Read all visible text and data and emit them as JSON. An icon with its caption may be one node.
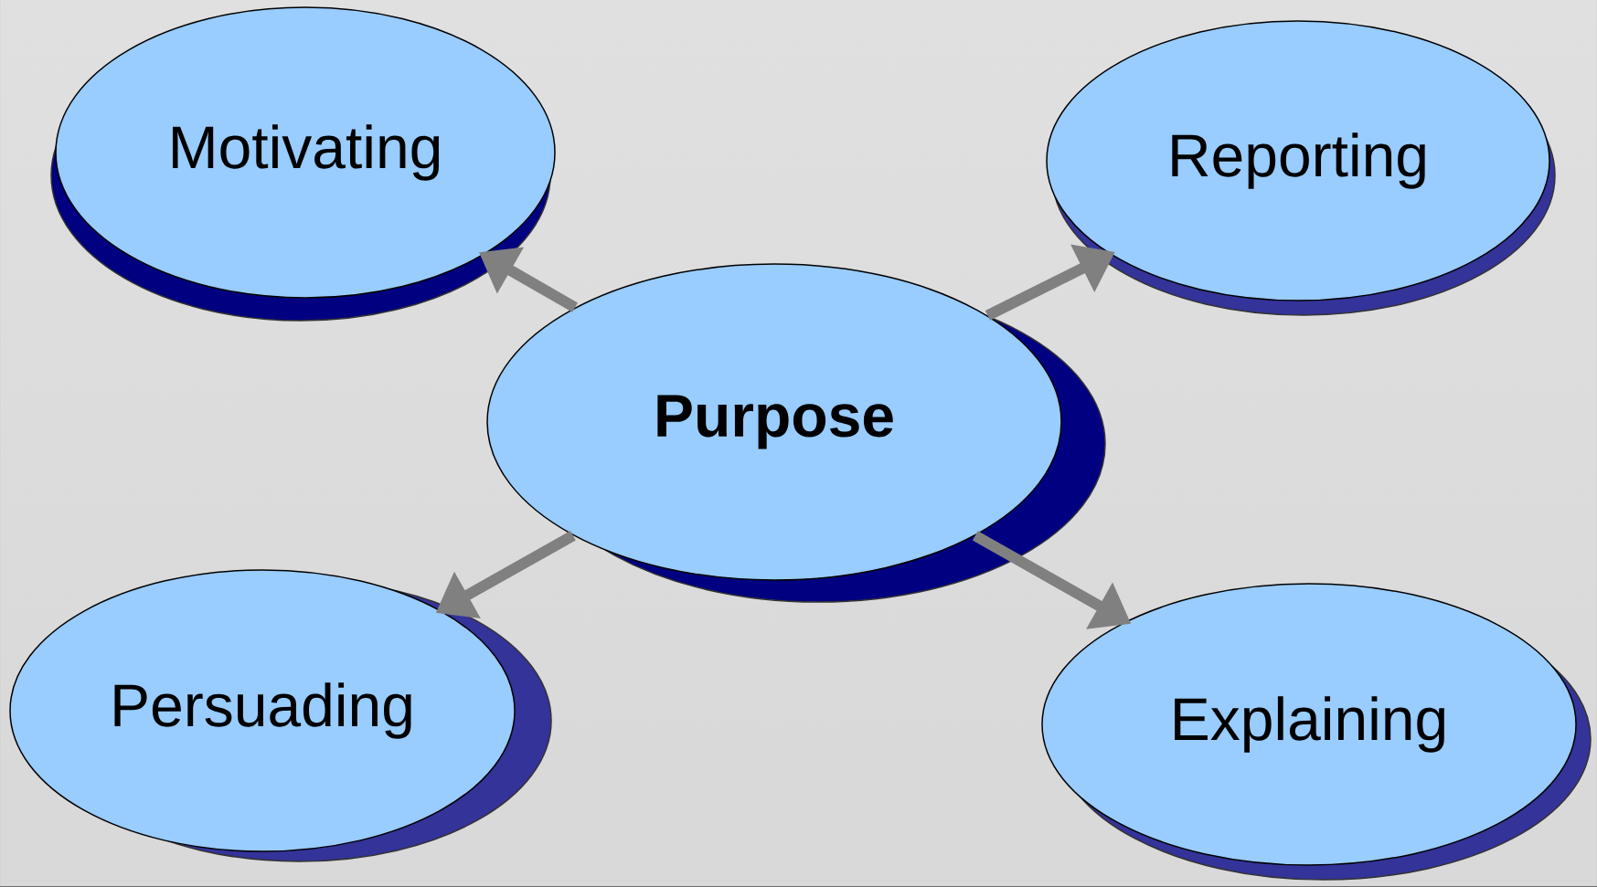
{
  "diagram": {
    "nodes": [
      {
        "text": [
          "Purpose"
        ]
      },
      {
        "text": [
          "Motivating"
        ]
      },
      {
        "text": [
          "Reporting"
        ]
      },
      {
        "text": [
          "Persuading"
        ]
      },
      {
        "text": [
          "Explaining"
        ]
      }
    ],
    "edges": [
      {
        "from": 0,
        "to": 1,
        "arrow": "to"
      },
      {
        "from": 0,
        "to": 2,
        "arrow": "to"
      },
      {
        "from": 0,
        "to": 3,
        "arrow": "to"
      },
      {
        "from": 0,
        "to": 4,
        "arrow": "to"
      }
    ]
  }
}
